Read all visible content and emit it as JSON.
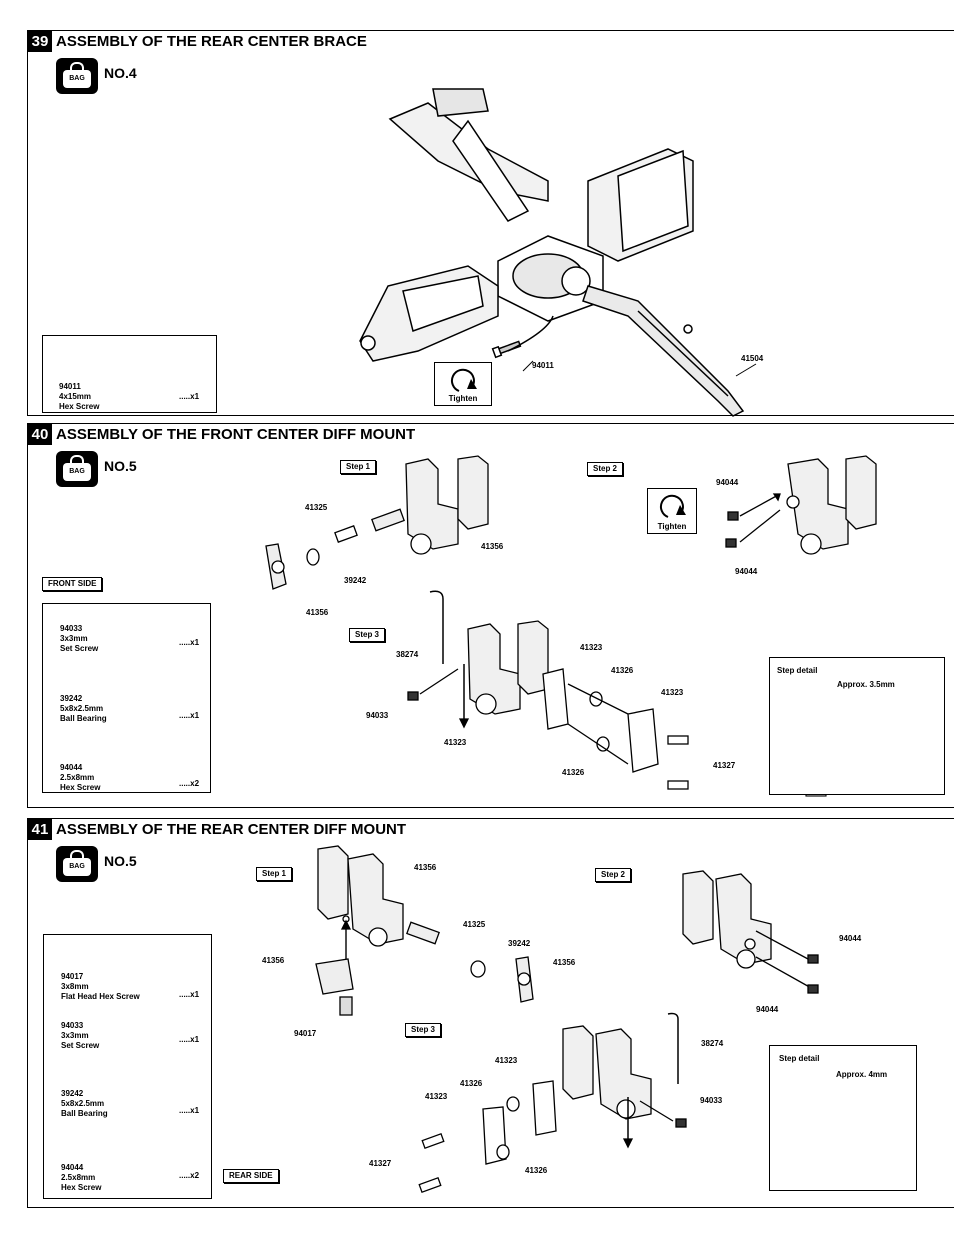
{
  "s39": {
    "num": "39",
    "title": "ASSEMBLY OF THE REAR CENTER BRACE",
    "bag_label": "BAG",
    "bag_no": "NO.4",
    "parts_box": {
      "code": "94011",
      "size": "4x15mm",
      "name": "Hex Screw",
      "qty": ".....x1"
    },
    "labels": {
      "p94011": "94011",
      "p41504": "41504",
      "tighten": "Tighten"
    }
  },
  "s40": {
    "num": "40",
    "title": "ASSEMBLY OF THE FRONT CENTER DIFF MOUNT",
    "bag_label": "BAG",
    "bag_no": "NO.5",
    "side": "FRONT SIDE",
    "step1": "Step 1",
    "step2": "Step 2",
    "step3": "Step 3",
    "tighten": "Tighten",
    "parts": [
      {
        "code": "94033",
        "size": "3x3mm",
        "name": "Set Screw",
        "qty": ".....x1"
      },
      {
        "code": "39242",
        "size": "5x8x2.5mm",
        "name": "Ball Bearing",
        "qty": ".....x1"
      },
      {
        "code": "94044",
        "size": "2.5x8mm",
        "name": "Hex Screw",
        "qty": ".....x2"
      }
    ],
    "labels": {
      "a41325": "41325",
      "a41356a": "41356",
      "a39242": "39242",
      "a41356b": "41356",
      "b94044a": "94044",
      "b94044b": "94044",
      "c38274": "38274",
      "c41323a": "41323",
      "c41326a": "41326",
      "c41323b": "41323",
      "c94033": "94033",
      "c41323c": "41323",
      "c41326b": "41326",
      "c41327": "41327"
    },
    "detail": {
      "title": "Step detail",
      "note": "Approx. 3.5mm"
    }
  },
  "s41": {
    "num": "41",
    "title": "ASSEMBLY OF THE REAR CENTER DIFF MOUNT",
    "bag_label": "BAG",
    "bag_no": "NO.5",
    "side": "REAR SIDE",
    "step1": "Step 1",
    "step2": "Step 2",
    "step3": "Step 3",
    "parts": [
      {
        "code": "94017",
        "size": "3x8mm",
        "name": "Flat Head Hex Screw",
        "qty": ".....x1"
      },
      {
        "code": "94033",
        "size": "3x3mm",
        "name": "Set Screw",
        "qty": ".....x1"
      },
      {
        "code": "39242",
        "size": "5x8x2.5mm",
        "name": "Ball Bearing",
        "qty": ".....x1"
      },
      {
        "code": "94044",
        "size": "2.5x8mm",
        "name": "Hex Screw",
        "qty": ".....x2"
      }
    ],
    "labels": {
      "a41356a": "41356",
      "a41325": "41325",
      "a39242": "39242",
      "a41356b": "41356",
      "a41356c": "41356",
      "a94017": "94017",
      "b94044a": "94044",
      "b94044b": "94044",
      "c41323a": "41323",
      "c38274": "38274",
      "c41326a": "41326",
      "c41323b": "41323",
      "c94033": "94033",
      "c41327": "41327",
      "c41326b": "41326"
    },
    "detail": {
      "title": "Step detail",
      "note": "Approx. 4mm"
    }
  }
}
